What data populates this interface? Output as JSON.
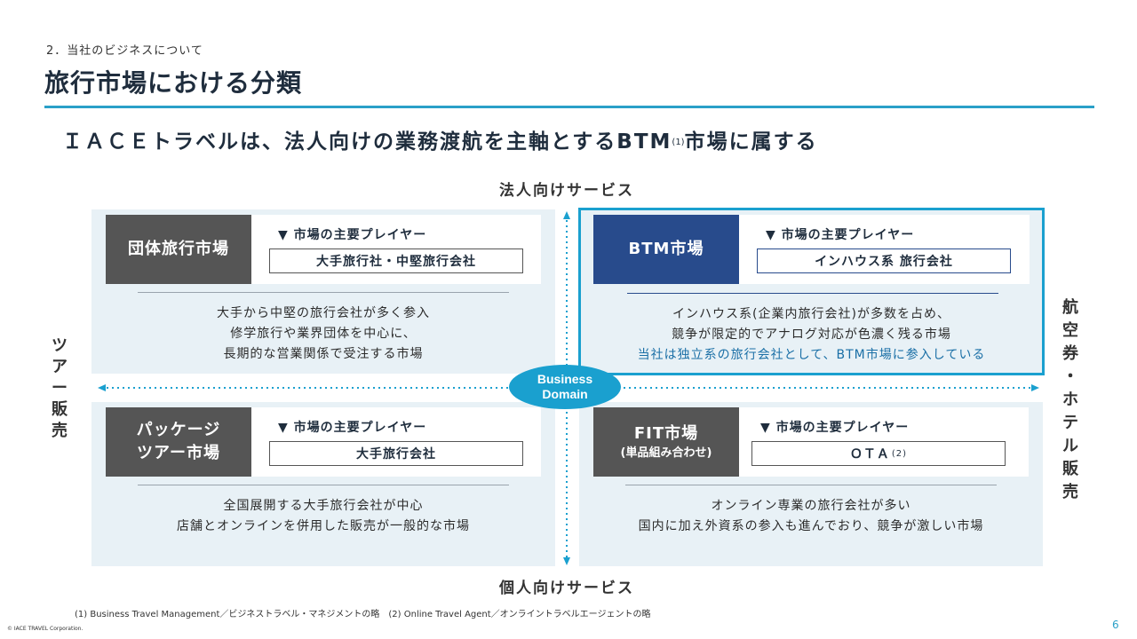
{
  "header": {
    "section_label": "2．当社のビジネスについて",
    "title": "旅行市場における分類"
  },
  "headline": {
    "text_main": "ＩＡＣＥトラベルは、法人向けの業務渡航を主軸とするBTM",
    "note_ref": "(1)",
    "text_end": "市場に属する"
  },
  "axes": {
    "top": "法人向けサービス",
    "bottom": "個人向けサービス",
    "left": [
      "ツ",
      "ア",
      "ー",
      "販",
      "売"
    ],
    "right": [
      "航",
      "空",
      "券",
      "・",
      "ホ",
      "テ",
      "ル",
      "販",
      "売"
    ],
    "center_line1": "Business",
    "center_line2": "Domain"
  },
  "quadrants": {
    "group": {
      "market": "団体旅行市場",
      "players_label": "▼ 市場の主要プレイヤー",
      "players": "大手旅行社・中堅旅行会社",
      "desc": [
        "大手から中堅の旅行会社が多く参入",
        "修学旅行や業界団体を中心に、",
        "長期的な営業関係で受注する市場"
      ]
    },
    "btm": {
      "market": "BTM市場",
      "players_label": "▼ 市場の主要プレイヤー",
      "players": "インハウス系 旅行会社",
      "desc": [
        "インハウス系(企業内旅行会社)が多数を占め、",
        "競争が限定的でアナログ対応が色濃く残る市場",
        "当社は独立系の旅行会社として、BTM市場に参入している"
      ]
    },
    "package": {
      "market_line1": "パッケージ",
      "market_line2": "ツアー市場",
      "players_label": "▼ 市場の主要プレイヤー",
      "players": "大手旅行会社",
      "desc": [
        "全国展開する大手旅行会社が中心",
        "店舗とオンラインを併用した販売が一般的な市場"
      ]
    },
    "fit": {
      "market": "FIT市場",
      "market_sub": "(単品組み合わせ)",
      "players_label": "▼ 市場の主要プレイヤー",
      "players": "ＯＴＡ",
      "players_note": "(2)",
      "desc": [
        "オンライン専業の旅行会社が多い",
        "国内に加え外資系の参入も進んでおり、競争が激しい市場"
      ]
    }
  },
  "footer": {
    "footnote": "(1) Business Travel Management／ビジネストラベル・マネジメントの略　(2) Online Travel Agent／オンライントラベルエージェントの略",
    "copyright": "© IACE TRAVEL Corporation.",
    "page_number": "6"
  },
  "colors": {
    "accent": "#2aa0c8",
    "btm_blue": "#284b8c",
    "market_gray": "#555555",
    "quadrant_bg": "#e8f1f6",
    "domain_ellipse": "#1aa0cf"
  }
}
